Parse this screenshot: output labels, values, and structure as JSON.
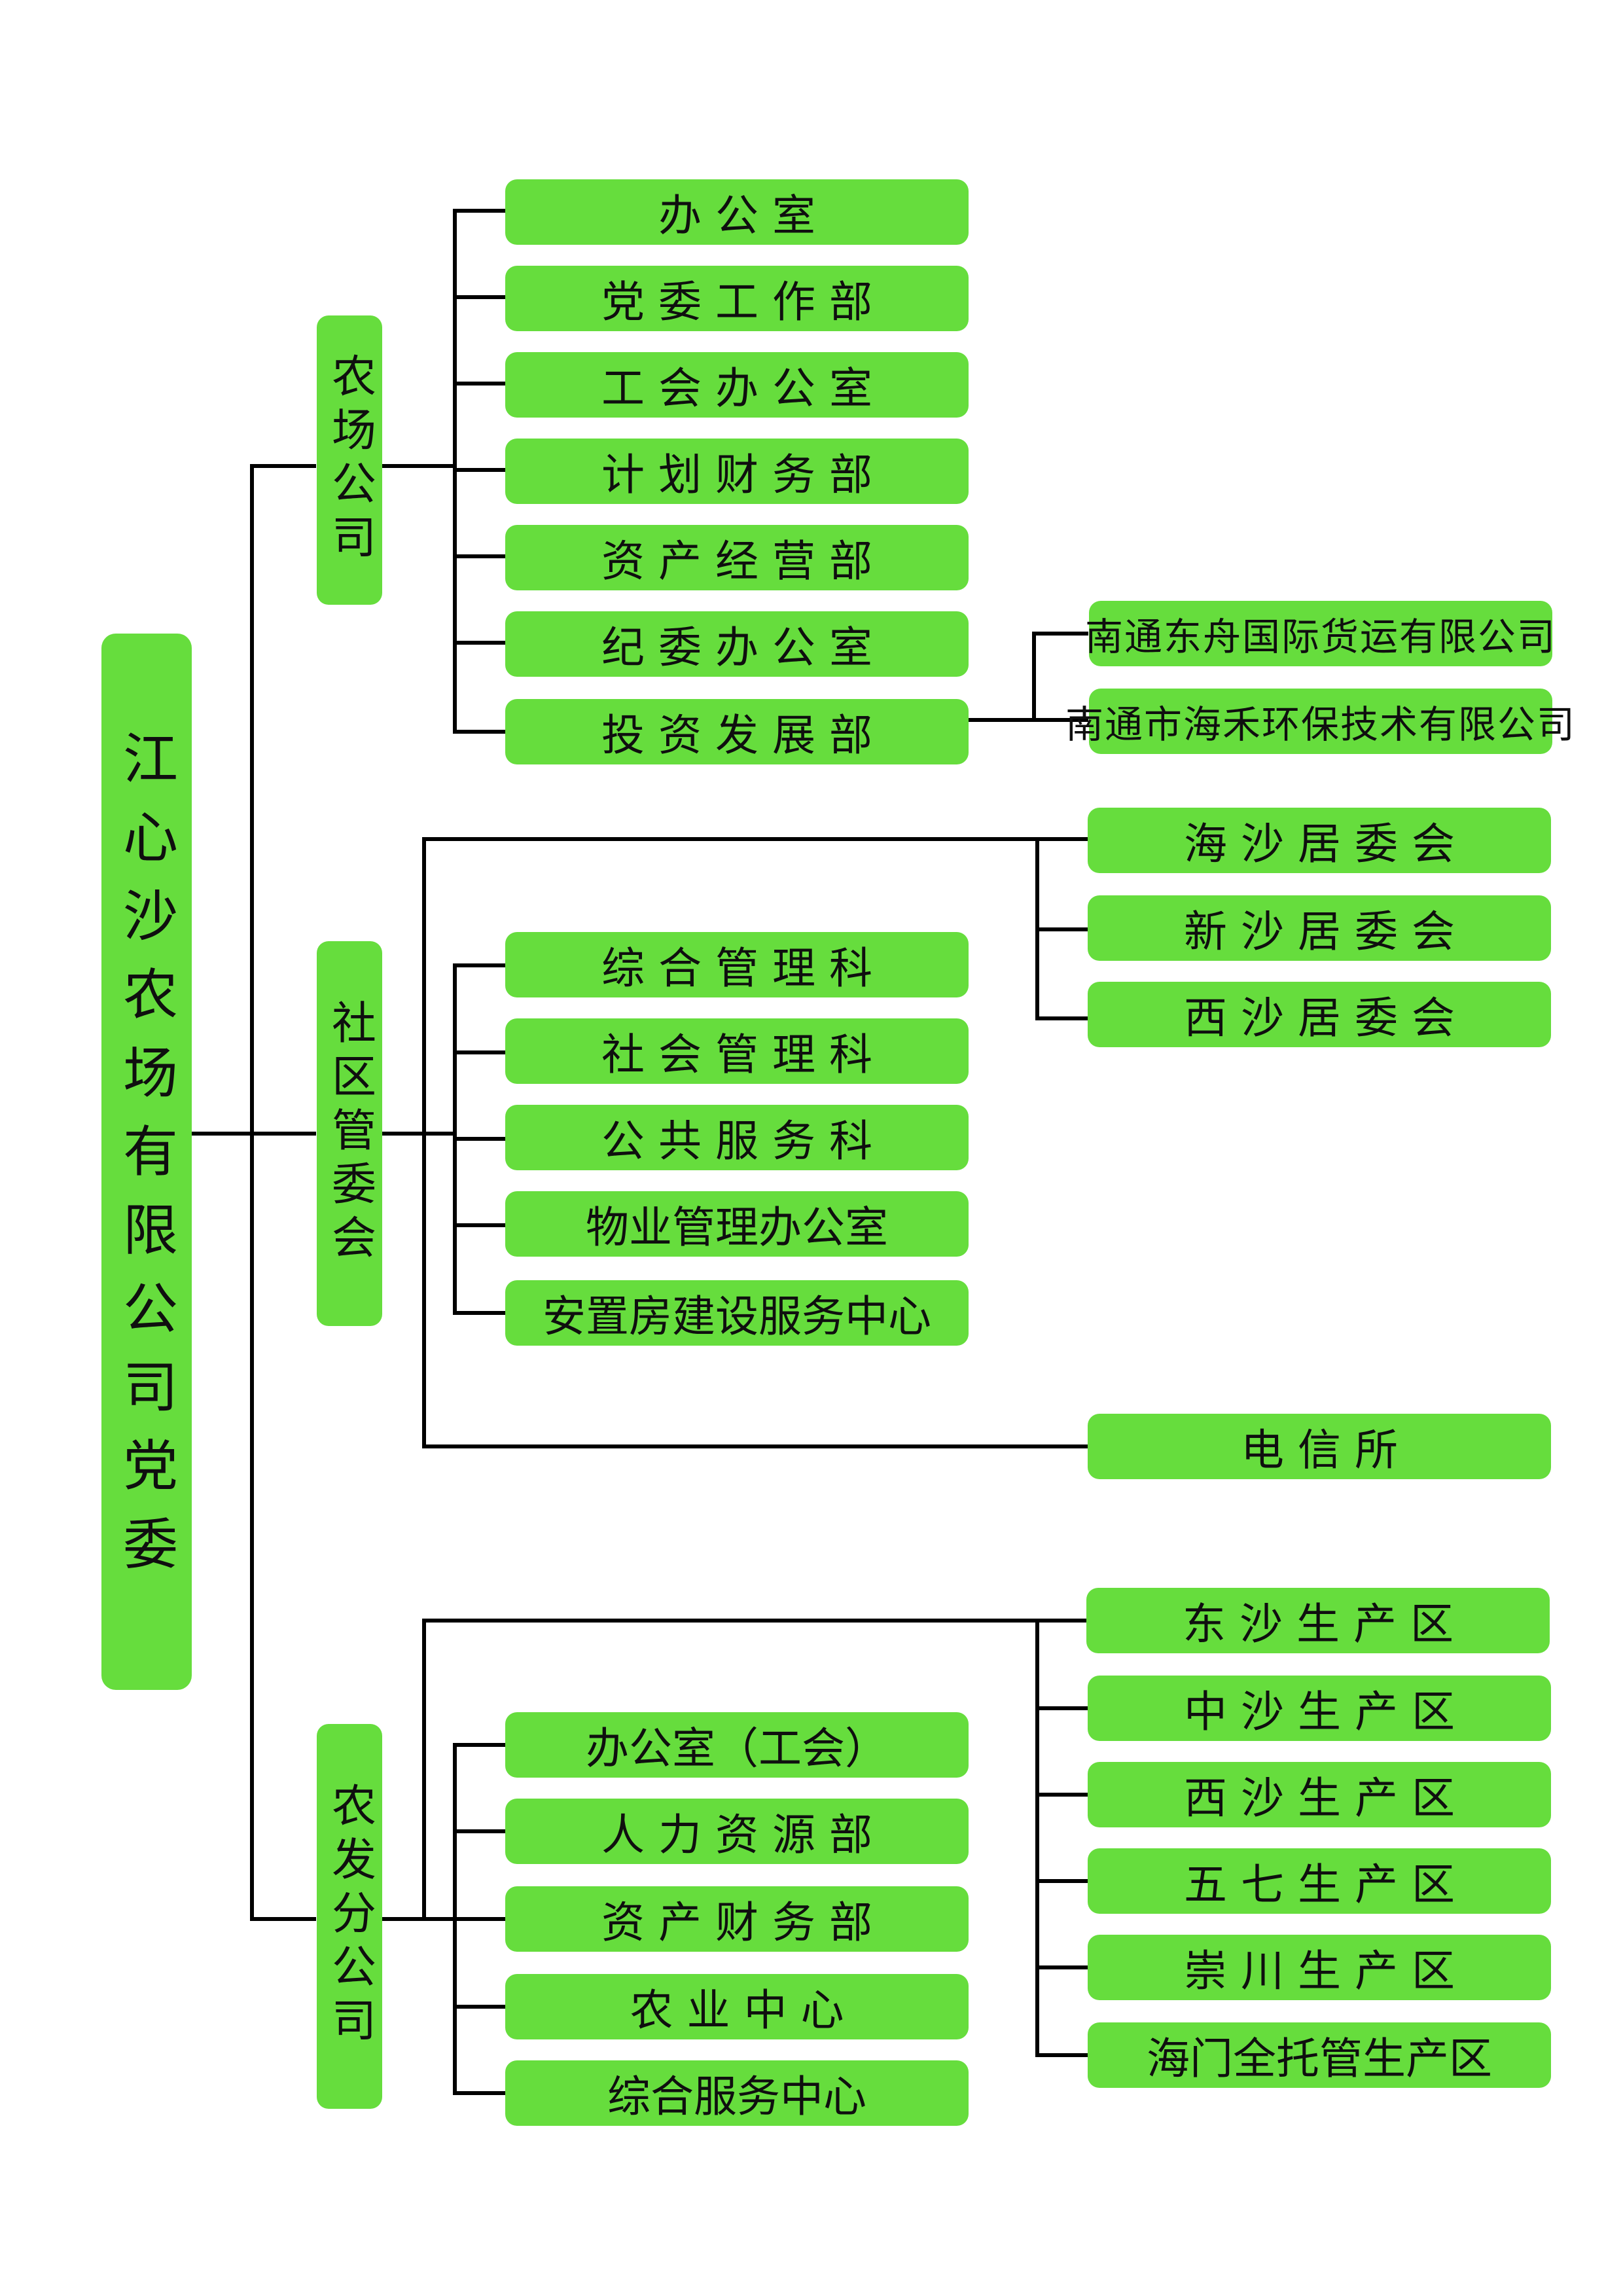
{
  "root": {
    "label": "江心沙农场有限公司党委"
  },
  "nongchang": {
    "label": "农场公司",
    "departments": [
      "办 公 室",
      "党 委 工 作 部",
      "工 会 办 公 室",
      "计 划 财 务 部",
      "资 产 经 营 部",
      "纪 委 办 公 室",
      "投 资 发 展 部"
    ],
    "subsidiaries": [
      "南通东舟国际货运有限公司",
      "南通市海禾环保技术有限公司"
    ]
  },
  "shequ": {
    "label": "社区管委会",
    "departments": [
      "综 合 管 理 科",
      "社 会 管 理 科",
      "公 共 服 务 科",
      "物业管理办公室",
      "安置房建设服务中心"
    ],
    "committees": [
      "海 沙 居 委 会",
      "新 沙 居 委 会",
      "西 沙 居 委 会"
    ],
    "telecom": "电 信 所"
  },
  "nongfa": {
    "label": "农发分公司",
    "departments": [
      "办公室（工会）",
      "人 力 资 源 部",
      "资 产 财 务 部",
      "农 业 中 心",
      "综合服务中心"
    ],
    "zones": [
      "东 沙 生 产 区",
      "中 沙 生 产 区",
      "西 沙 生 产 区",
      "五 七 生 产 区",
      "崇 川 生 产 区",
      "海门全托管生产区"
    ]
  },
  "colors": {
    "box_fill": "#66dd3d",
    "line": "#000000",
    "text": "#0f0f0f"
  }
}
